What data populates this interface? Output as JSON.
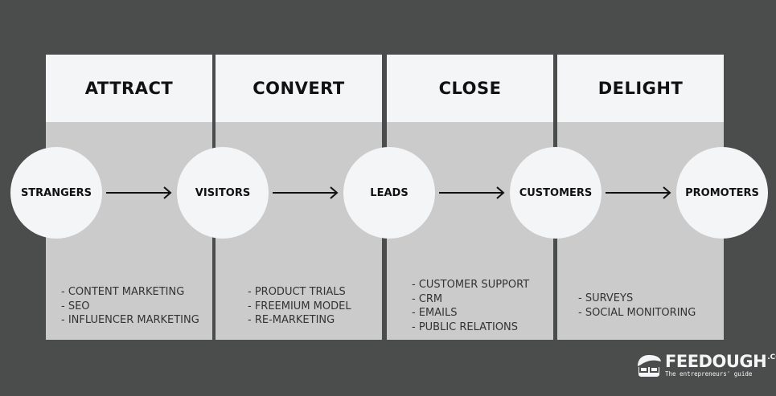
{
  "stages": [
    {
      "title": "ATTRACT",
      "items": [
        "- CONTENT MARKETING",
        "- SEO",
        "- INFLUENCER MARKETING"
      ]
    },
    {
      "title": "CONVERT",
      "items": [
        "- PRODUCT TRIALS",
        "- FREEMIUM MODEL",
        "- RE-MARKETING"
      ]
    },
    {
      "title": "CLOSE",
      "items": [
        "- CUSTOMER SUPPORT",
        "- CRM",
        "- EMAILS",
        "- PUBLIC RELATIONS"
      ]
    },
    {
      "title": "DELIGHT",
      "items": [
        "- SURVEYS",
        "- SOCIAL MONITORING"
      ]
    }
  ],
  "nodes": [
    "STRANGERS",
    "VISITORS",
    "LEADS",
    "CUSTOMERS",
    "PROMOTERS"
  ],
  "logo": {
    "name": "FEEDOUGH",
    "suffix": ".COM",
    "tagline": "The entrepreneurs' guide"
  },
  "colors": {
    "background": "#4b4d4c",
    "header": "#f4f5f7",
    "body": "#cbcbcb"
  }
}
